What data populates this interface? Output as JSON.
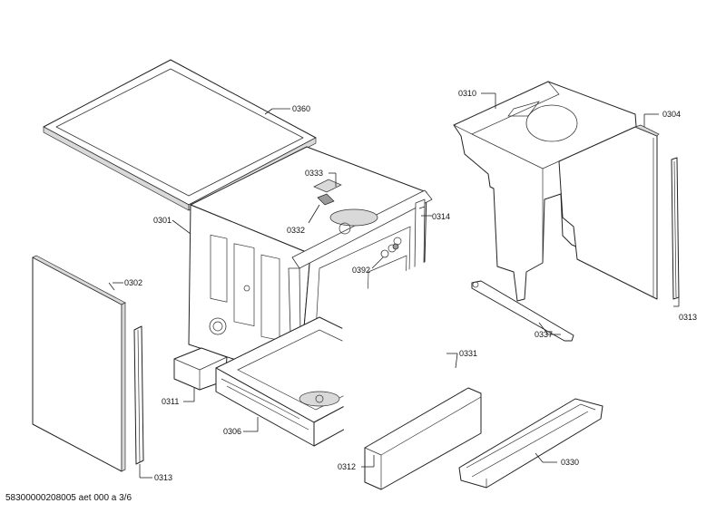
{
  "labels": {
    "p0360": "0360",
    "p0301": "0301",
    "p0333": "0333",
    "p0332": "0332",
    "p0314": "0314",
    "p0392": "0392",
    "p0302": "0302",
    "p0311": "0311",
    "p0306": "0306",
    "p0313a": "0313",
    "p0313b": "0313",
    "p0331": "0331",
    "p0312": "0312",
    "p0330": "0330",
    "p0310": "0310",
    "p0304": "0304",
    "p0337": "0337"
  },
  "footer": "58300000208005 aet 000 a 3/6"
}
